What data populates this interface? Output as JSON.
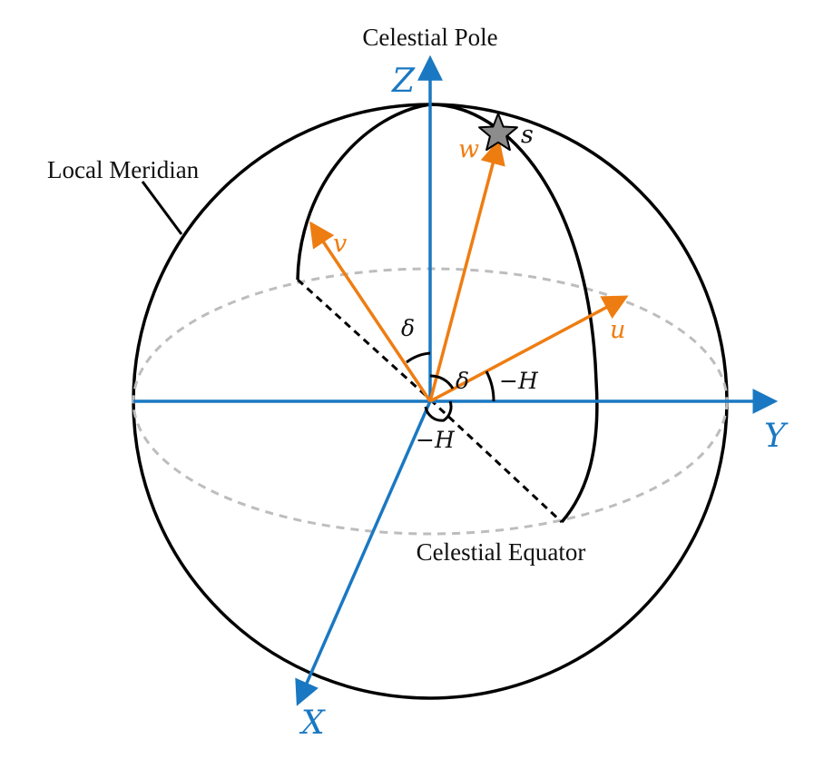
{
  "labels": {
    "celestial_pole": "Celestial Pole",
    "local_meridian": "Local Meridian",
    "celestial_equator": "Celestial Equator"
  },
  "axes": {
    "x": "X",
    "y": "Y",
    "z": "Z"
  },
  "vectors": {
    "u": "u",
    "v": "v",
    "w": "w",
    "source": "s"
  },
  "angles": {
    "delta": "δ",
    "minus_h": "−H"
  },
  "colors": {
    "axis": "#1a78c2",
    "vector": "#ee7d11",
    "outline": "#000000",
    "equator": "#bdbdbd",
    "star_fill": "#8c8c8c"
  }
}
